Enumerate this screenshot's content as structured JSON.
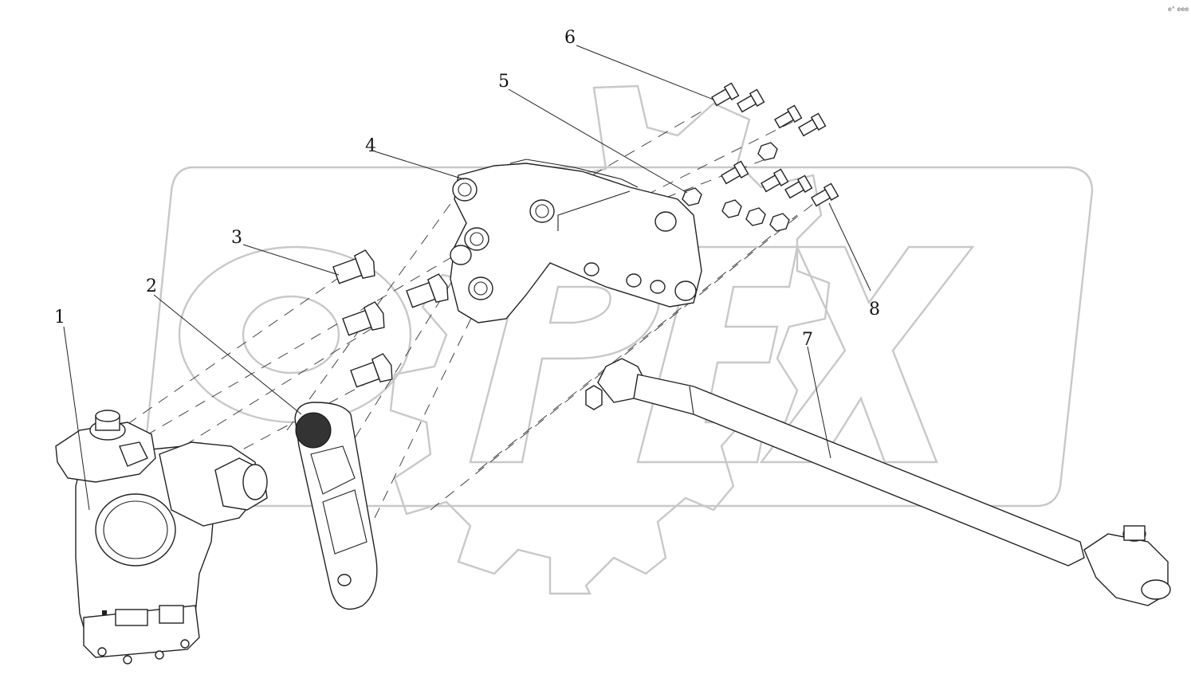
{
  "diagram": {
    "callouts": [
      {
        "id": "c1",
        "label": "1"
      },
      {
        "id": "c2",
        "label": "2"
      },
      {
        "id": "c3",
        "label": "3"
      },
      {
        "id": "c4",
        "label": "4"
      },
      {
        "id": "c5",
        "label": "5"
      },
      {
        "id": "c6",
        "label": "6"
      },
      {
        "id": "c7",
        "label": "7"
      },
      {
        "id": "c8",
        "label": "8"
      }
    ],
    "watermark_text": "OPEX",
    "corner_mark": "e° eee"
  },
  "colors": {
    "line": "#222222",
    "watermark": "#c8c8c8",
    "background": "#ffffff",
    "shaded": "#333333"
  }
}
